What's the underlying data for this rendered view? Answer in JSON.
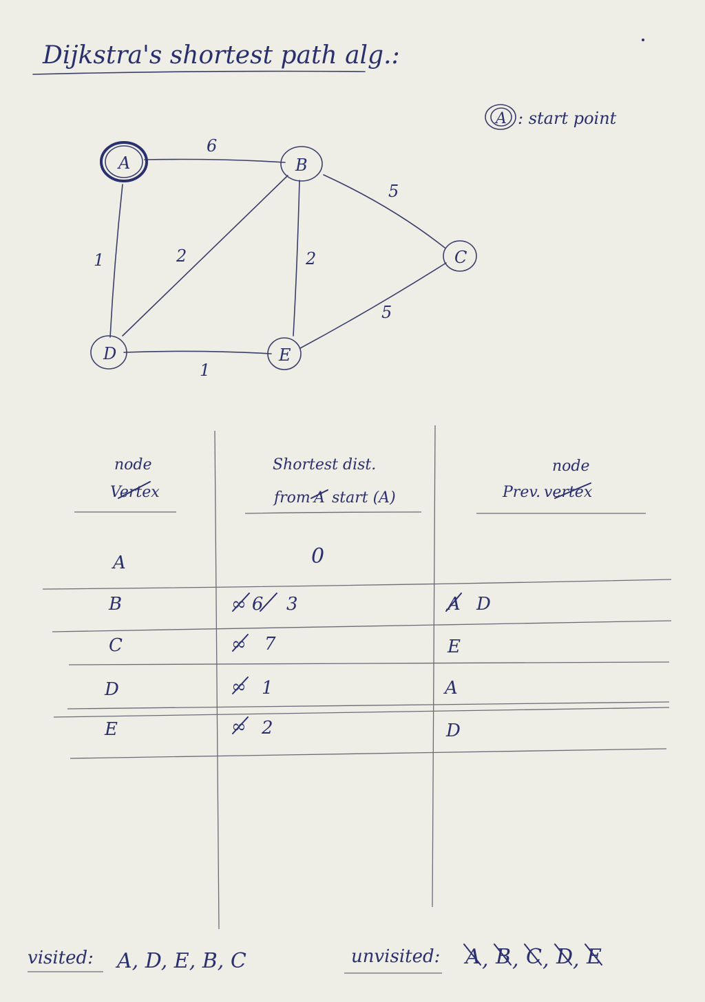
{
  "title": "Dijkstra's shortest path alg.:",
  "legend": {
    "node": "A",
    "text": ": start point"
  },
  "graph": {
    "nodes": [
      "A",
      "B",
      "C",
      "D",
      "E"
    ],
    "start": "A",
    "edges": [
      {
        "from": "A",
        "to": "B",
        "weight": "6"
      },
      {
        "from": "A",
        "to": "D",
        "weight": "1"
      },
      {
        "from": "D",
        "to": "B",
        "weight": "2"
      },
      {
        "from": "B",
        "to": "E",
        "weight": "2"
      },
      {
        "from": "B",
        "to": "C",
        "weight": "5"
      },
      {
        "from": "E",
        "to": "C",
        "weight": "5"
      },
      {
        "from": "D",
        "to": "E",
        "weight": "1"
      }
    ]
  },
  "table": {
    "headers": {
      "node_top": "node",
      "node_struck": "Vertex",
      "dist_line1": "Shortest dist.",
      "dist_line2": "from",
      "dist_struck": "A",
      "dist_line2_end": "start (A)",
      "prev_top": "node",
      "prev_main": "Prev.",
      "prev_struck": "vertex"
    },
    "rows": [
      {
        "node": "A",
        "dist_struck": "",
        "dist": "0",
        "prev_struck": "",
        "prev": ""
      },
      {
        "node": "B",
        "dist_struck": "∞ 6",
        "dist": "3",
        "prev_struck": "A",
        "prev": "D"
      },
      {
        "node": "C",
        "dist_struck": "∞",
        "dist": "7",
        "prev_struck": "",
        "prev": "E"
      },
      {
        "node": "D",
        "dist_struck": "∞",
        "dist": "1",
        "prev_struck": "",
        "prev": "A"
      },
      {
        "node": "E",
        "dist_struck": "∞",
        "dist": "2",
        "prev_struck": "",
        "prev": "D"
      }
    ]
  },
  "visited": {
    "label": "visited:",
    "value": "A, D, E, B, C"
  },
  "unvisited": {
    "label": "unvisited:",
    "items": [
      "A",
      "B",
      "C",
      "D",
      "E"
    ],
    "all_crossed": true
  }
}
